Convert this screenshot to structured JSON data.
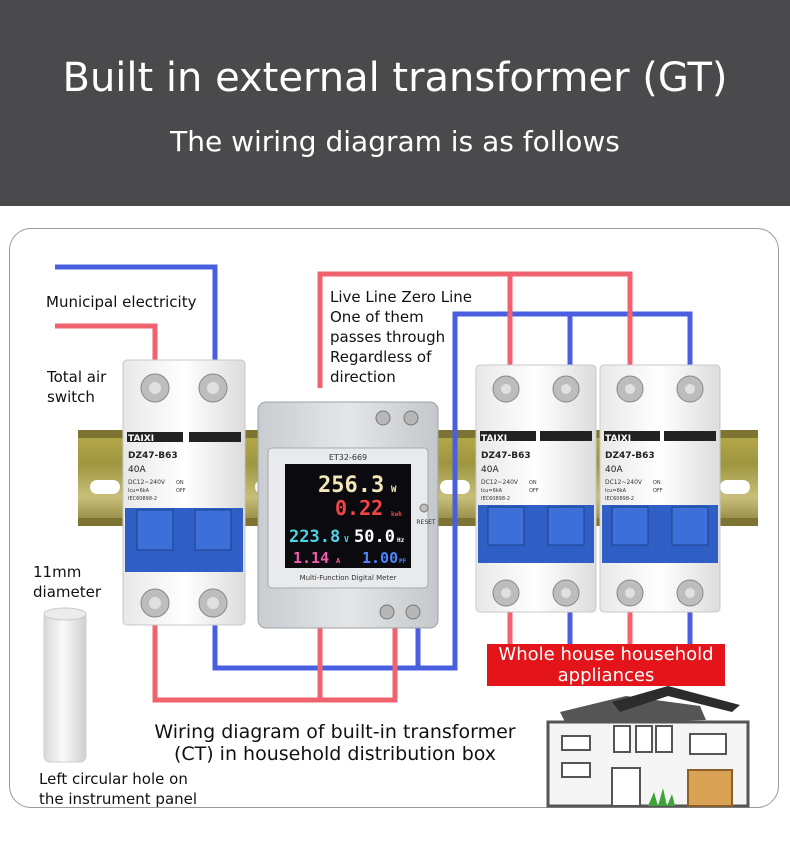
{
  "header": {
    "title": "Built in external transformer (GT)",
    "subtitle": "The wiring diagram is as follows"
  },
  "labels": {
    "municipal": "Municipal electricity",
    "total_air_1": "Total air",
    "total_air_2": "switch",
    "live_1": "Live Line Zero Line",
    "live_2": "One of them",
    "live_3": "passes through",
    "live_4": "Regardless of",
    "live_5": "direction",
    "diam_1": "11mm",
    "diam_2": "diameter",
    "hole_1": "Left circular hole on",
    "hole_2": "the instrument panel",
    "caption_1": "Wiring diagram of built-in transformer",
    "caption_2": "(CT) in household distribution box",
    "appl_1": "Whole house household",
    "appl_2": "appliances"
  },
  "breaker": {
    "brand": "TAIXI",
    "model": "DZ47-B63",
    "rating": "40A",
    "voltage": "DC12~240V",
    "icu": "Icu=6kA",
    "std": "IEC60898-2",
    "on": "ON",
    "off": "OFF"
  },
  "meter": {
    "model": "ET32-669",
    "name": "Multi-Function Digital Meter",
    "reset": "RESET",
    "power": "256.3",
    "power_unit": "W",
    "energy": "0.22",
    "energy_unit": "kwh",
    "voltage": "223.8",
    "voltage_unit": "V",
    "freq": "50.0",
    "freq_unit": "Hz",
    "current": "1.14",
    "current_unit": "A",
    "pf": "1.00",
    "pf_unit": "PF"
  },
  "colors": {
    "header_bg": "#4a4a4c",
    "live_wire": "#f0636e",
    "neutral_wire": "#4a5fe0",
    "breaker_handle": "#2f5fc4",
    "label_box": "#e4141b"
  }
}
